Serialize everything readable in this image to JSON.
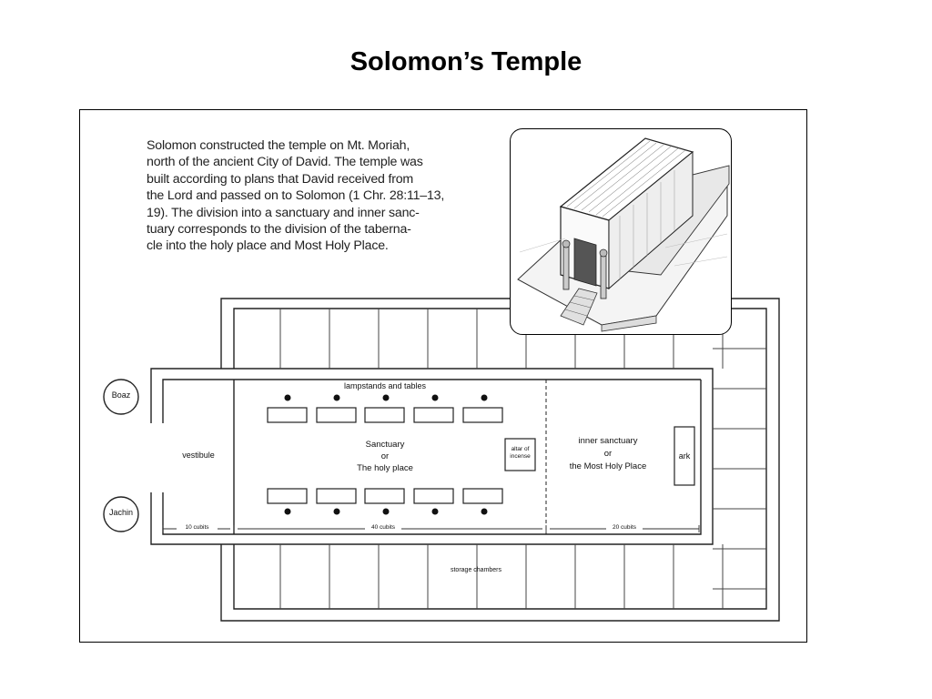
{
  "slide": {
    "title": "Solomon’s Temple"
  },
  "intro_lines": [
    "Solomon constructed the temple on Mt. Moriah,",
    "north of the ancient City of David. The temple was",
    "built according to plans that David received from",
    "the Lord and passed on to Solomon (1 Chr. 28:11–13,",
    "19). The division into a sanctuary and inner sanc-",
    "tuary corresponds to the division of the taberna-",
    "cle into the holy place and Most Holy Place."
  ],
  "plan": {
    "pillar_boaz": "Boaz",
    "pillar_jachin": "Jachin",
    "vestibule": "vestibule",
    "lampstands": "lampstands and tables",
    "sanctuary": [
      "Sanctuary",
      "or",
      "The holy place"
    ],
    "altar": [
      "altar of",
      "incense"
    ],
    "inner_sanctuary": [
      "inner sanctuary",
      "or",
      "the Most Holy Place"
    ],
    "ark": "ark",
    "storage": "storage chambers",
    "dim_vestibule": "10 cubits",
    "dim_sanctuary": "40 cubits",
    "dim_inner": "20 cubits"
  }
}
